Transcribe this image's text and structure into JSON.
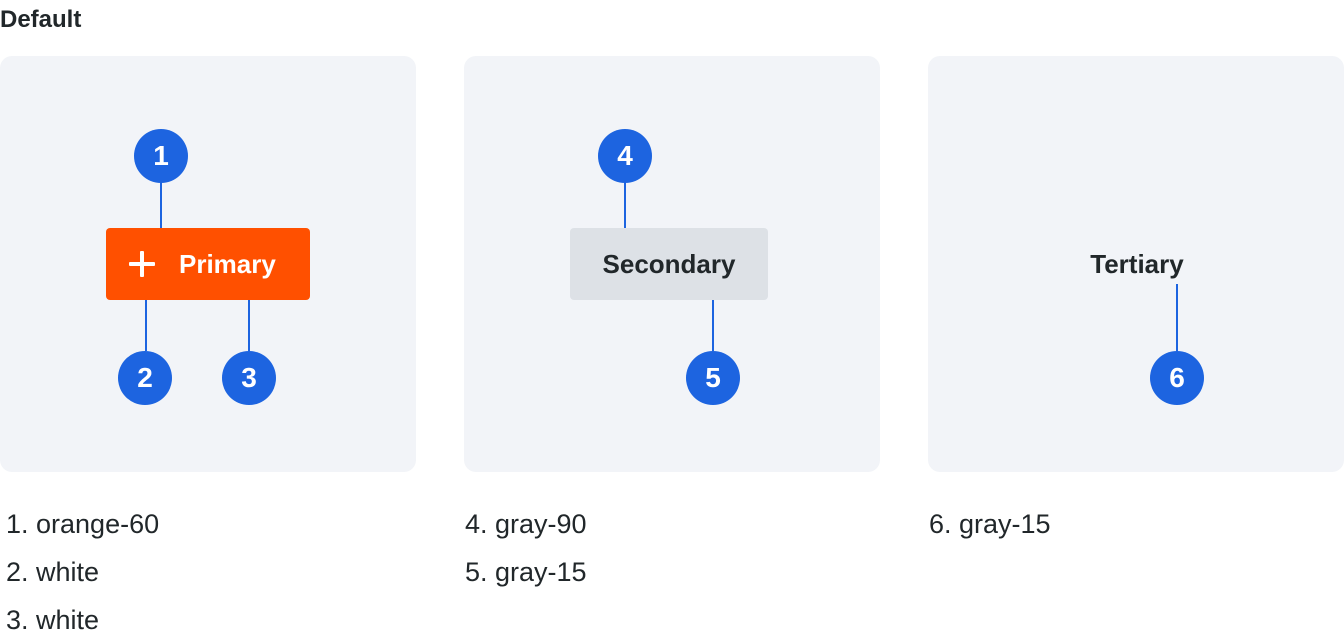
{
  "heading": "Default",
  "cards": {
    "primary": {
      "button_label": "Primary",
      "icon": "plus-icon",
      "color": "#ff5000"
    },
    "secondary": {
      "button_label": "Secondary",
      "color": "#dde1e6"
    },
    "tertiary": {
      "button_label": "Tertiary"
    }
  },
  "markers": [
    "1",
    "2",
    "3",
    "4",
    "5",
    "6"
  ],
  "marker_color": "#1d64e0",
  "legends": {
    "primary": [
      "1. orange-60",
      "2. white",
      "3. white"
    ],
    "secondary": [
      "4. gray-90",
      "5. gray-15"
    ],
    "tertiary": [
      "6. gray-15"
    ]
  }
}
